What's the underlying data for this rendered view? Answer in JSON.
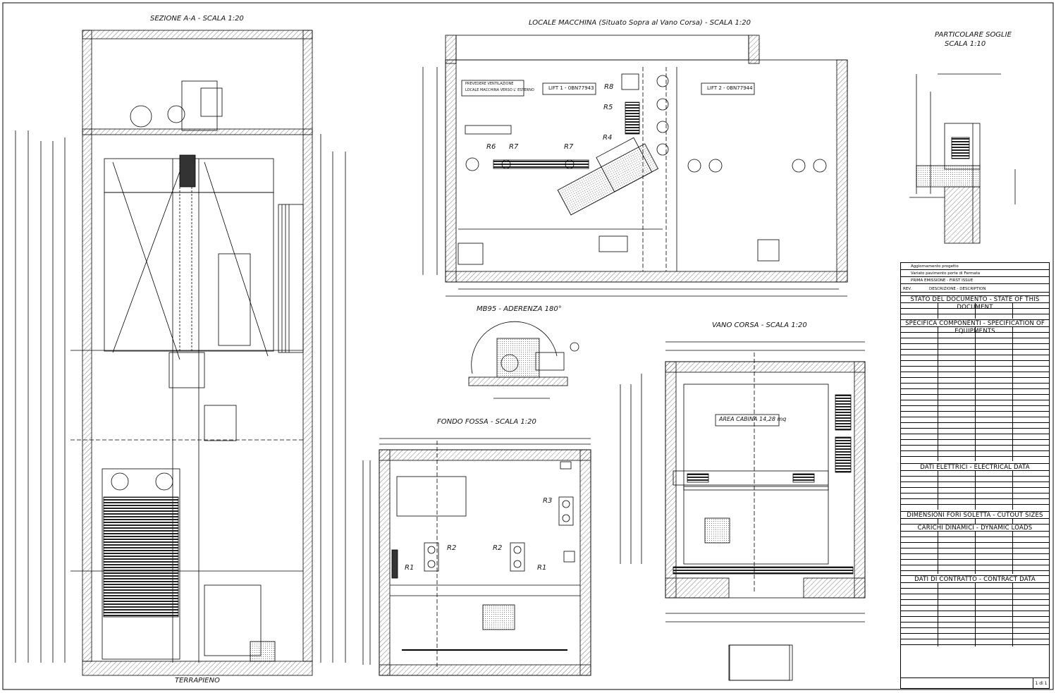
{
  "views": {
    "sezione": {
      "title": "SEZIONE A-A - SCALA 1:20",
      "ground": "TERRAPIENO"
    },
    "locale": {
      "title": "LOCALE MACCHINA (Situato Sopra al Vano Corsa) - SCALA 1:20",
      "lift1": "LIFT 1 - 0BN77943",
      "lift2": "LIFT 2 - 0BN77944",
      "note1a": "PREVEDERE VENTILAZIONE",
      "note1b": "LOCALE MACCHINA VERSO L' ESTERNO",
      "r_labels": [
        "R6",
        "R7",
        "R7",
        "R4",
        "R5",
        "R8"
      ]
    },
    "particolare": {
      "title1": "PARTICOLARE SOGLIE",
      "title2": "SCALA 1:10"
    },
    "motore": {
      "title": "MB95 - ADERENZA 180°"
    },
    "vano": {
      "title": "VANO CORSA - SCALA 1:20",
      "area": "AREA CABINA 14,28 mq"
    },
    "fossa": {
      "title": "FONDO FOSSA - SCALA 1:20",
      "r_labels": [
        "R3",
        "R2",
        "R2",
        "R1",
        "R1"
      ]
    }
  },
  "titleblock": {
    "rev_header": [
      "REV.",
      "DESCRIZIONE - DESCRIPTION"
    ],
    "revisions": [
      "Aggiornamento progetto",
      "Variato pavimento porte di Fermata",
      "PRIMA EMISSIONE - FIRST ISSUE"
    ],
    "stato": "STATO DEL DOCUMENTO - STATE OF THIS DOCUMENT",
    "specifica": "SPECIFICA COMPONENTI - SPECIFICATION OF EQUIPMENTS",
    "elettrici": "DATI ELETTRICI - ELECTRICAL DATA",
    "fori": "DIMENSIONI FORI SOLETTA - CUTOUT SIZES",
    "carichi": "CARICHI DINAMICI - DYNAMIC LOADS",
    "contratto": "DATI DI CONTRATTO - CONTRACT DATA",
    "sheet": "1 di 1"
  }
}
